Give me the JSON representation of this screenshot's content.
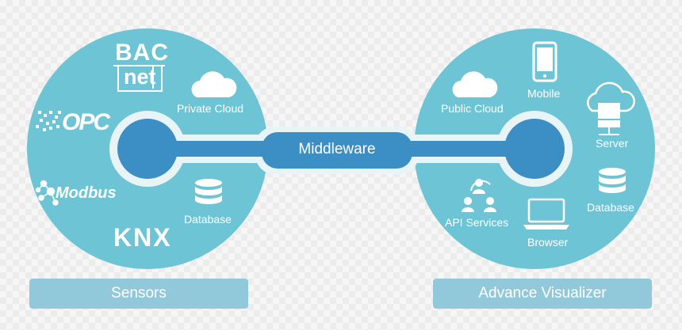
{
  "left_group": {
    "logos": {
      "bacnet_top": "BAC",
      "bacnet_bottom": "net",
      "opc": "OPC",
      "modbus": "Modbus",
      "knx": "KNX"
    },
    "private_cloud": "Private Cloud",
    "database": "Database",
    "bar_label": "Sensors"
  },
  "middleware": {
    "label": "Middleware"
  },
  "right_group": {
    "public_cloud": "Public Cloud",
    "mobile": "Mobile",
    "server": "Server",
    "database": "Database",
    "api_services": "API Services",
    "browser": "Browser",
    "bar_label": "Advance Visualizer"
  },
  "icons": [
    "cloud-icon",
    "database-icon",
    "mobile-icon",
    "server-icon",
    "users-icon",
    "laptop-icon"
  ],
  "colors": {
    "circle": "#6cc4d4",
    "node": "#3b8fc4",
    "bar": "#91c9db",
    "text": "#ffffff"
  }
}
